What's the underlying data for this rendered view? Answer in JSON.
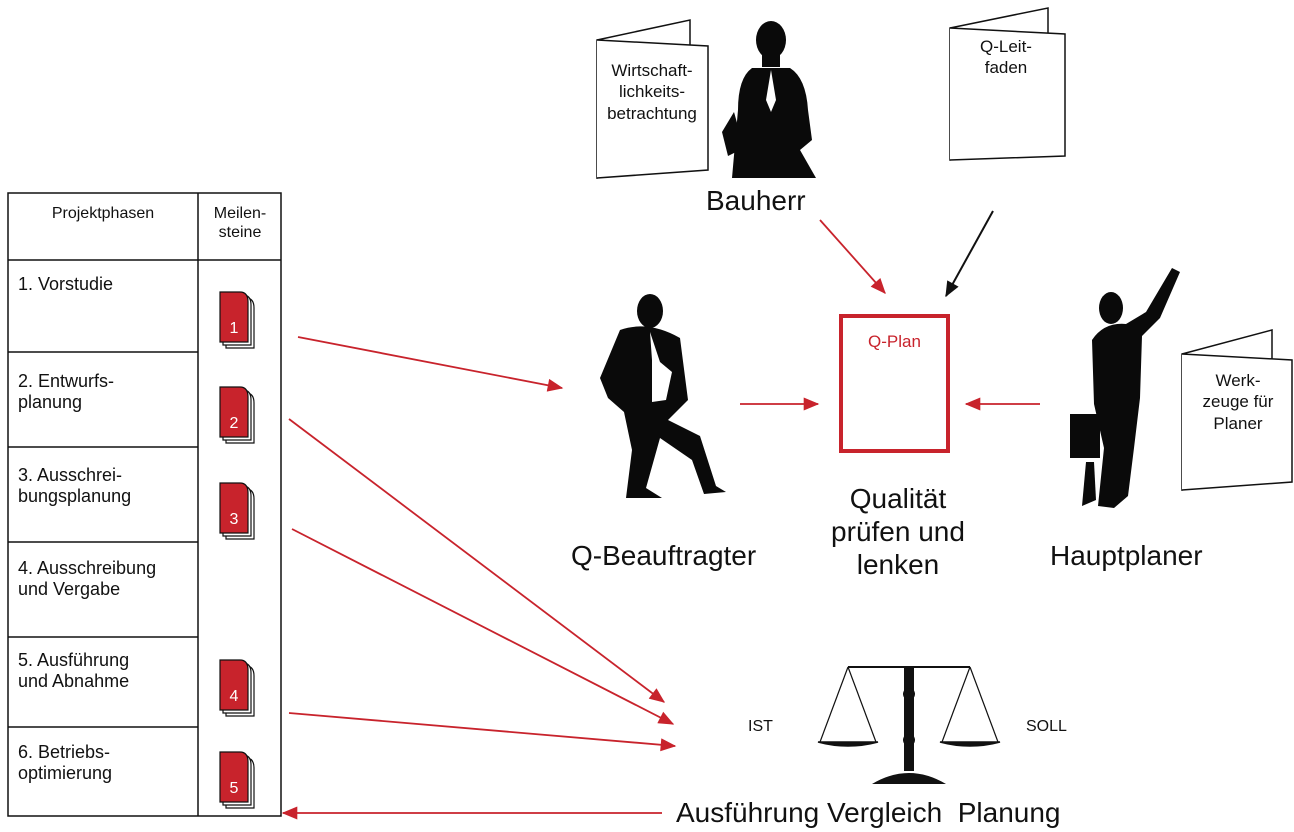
{
  "table": {
    "header_phases": "Projektphasen",
    "header_milestones": "Meilen-\nsteine",
    "phases": [
      "1. Vorstudie",
      "2. Entwurfs-\n    planung",
      "3. Ausschrei-\n    bungsplanung",
      "4. Ausschreibung\n    und Vergabe",
      "5. Ausführung\n    und Abnahme",
      "6. Betriebs-\n    optimierung"
    ],
    "milestones": [
      "1",
      "2",
      "3",
      "4",
      "5"
    ]
  },
  "documents": {
    "wirtschaftlichkeit": "Wirtschaft-\nlichkeits-\nbetrachtung",
    "leitfaden": "Q-Leit-\nfaden",
    "werkzeuge": "Werk-\nzeuge für\nPlaner"
  },
  "roles": {
    "bauherr": "Bauherr",
    "q_beauftragter": "Q-Beauftragter",
    "hauptplaner": "Hauptplaner"
  },
  "center": {
    "qplan": "Q-Plan",
    "qualitaet": "Qualität\nprüfen und\nlenken"
  },
  "scale": {
    "ist": "IST",
    "soll": "SOLL",
    "caption": "Ausführung Vergleich  Planung"
  },
  "colors": {
    "accent": "#c8232c",
    "ink": "#111111"
  }
}
